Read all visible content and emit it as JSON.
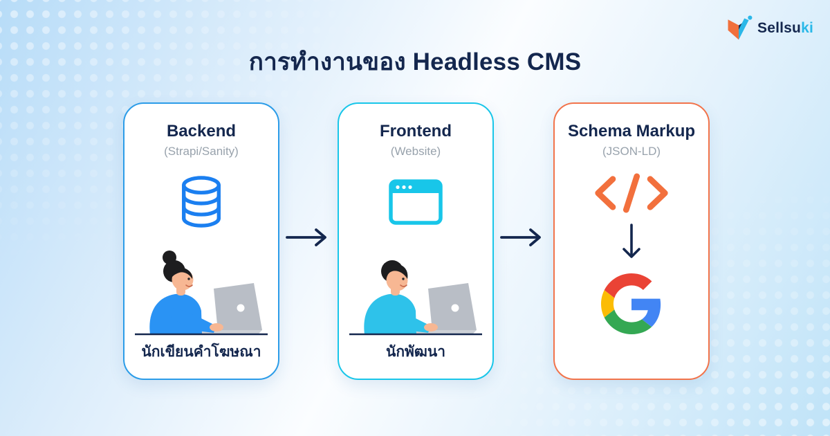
{
  "header": {
    "title": "การทำงานของ Headless CMS"
  },
  "brand": {
    "name": "Sellsuki",
    "name_primary": "Sellsu",
    "name_accent": "ki",
    "icon": "sellsuki-logo-icon"
  },
  "diagram": {
    "cards": [
      {
        "title": "Backend",
        "subtitle": "(Strapi/Sanity)",
        "icon": "database-icon",
        "illustration": "woman-typing-on-laptop",
        "role_label": "นักเขียนคำโฆษณา",
        "accent_color": "#2b9ce8"
      },
      {
        "title": "Frontend",
        "subtitle": "(Website)",
        "icon": "browser-window-icon",
        "illustration": "man-typing-on-laptop",
        "role_label": "นักพัฒนา",
        "accent_color": "#18c6e9"
      },
      {
        "title": "Schema Markup",
        "subtitle": "(JSON-LD)",
        "icon": "code-icon",
        "secondary_icons": [
          "arrow-down-icon",
          "google-logo"
        ],
        "accent_color": "#f2734a"
      }
    ],
    "connectors": [
      "arrow-right-icon",
      "arrow-right-icon"
    ]
  },
  "colors": {
    "navy": "#14274e",
    "blue": "#1b7ff0",
    "cyan": "#18c6e9",
    "orange": "#f2703d",
    "background_tint": "#b7dcf8",
    "google_red": "#EA4335",
    "google_blue": "#4285F4",
    "google_yellow": "#FBBC05",
    "google_green": "#34A853"
  }
}
